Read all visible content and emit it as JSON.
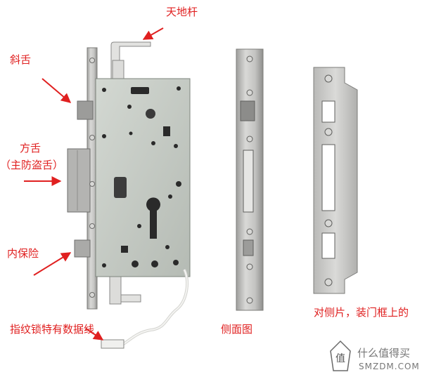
{
  "labels": {
    "tiandigan": "天地杆",
    "xieshe": "斜舌",
    "fangshe": "方舌",
    "fangshe_sub": "（主防盗舌）",
    "neibaoxian": "内保险",
    "shujuxian": "指纹锁特有数据线"
  },
  "captions": {
    "side_view": "侧面图",
    "strike_plate": "对侧片，装门框上的"
  },
  "watermark": {
    "text_cn": "什么值得买",
    "text_en": "SMZDM.COM",
    "logo_char": "值"
  },
  "colors": {
    "annotation": "#e02020",
    "steel": "#c9c9c7",
    "steel_dark": "#a8a8a6",
    "plate": "#c2c8c1",
    "wire": "#e8e8e4"
  }
}
